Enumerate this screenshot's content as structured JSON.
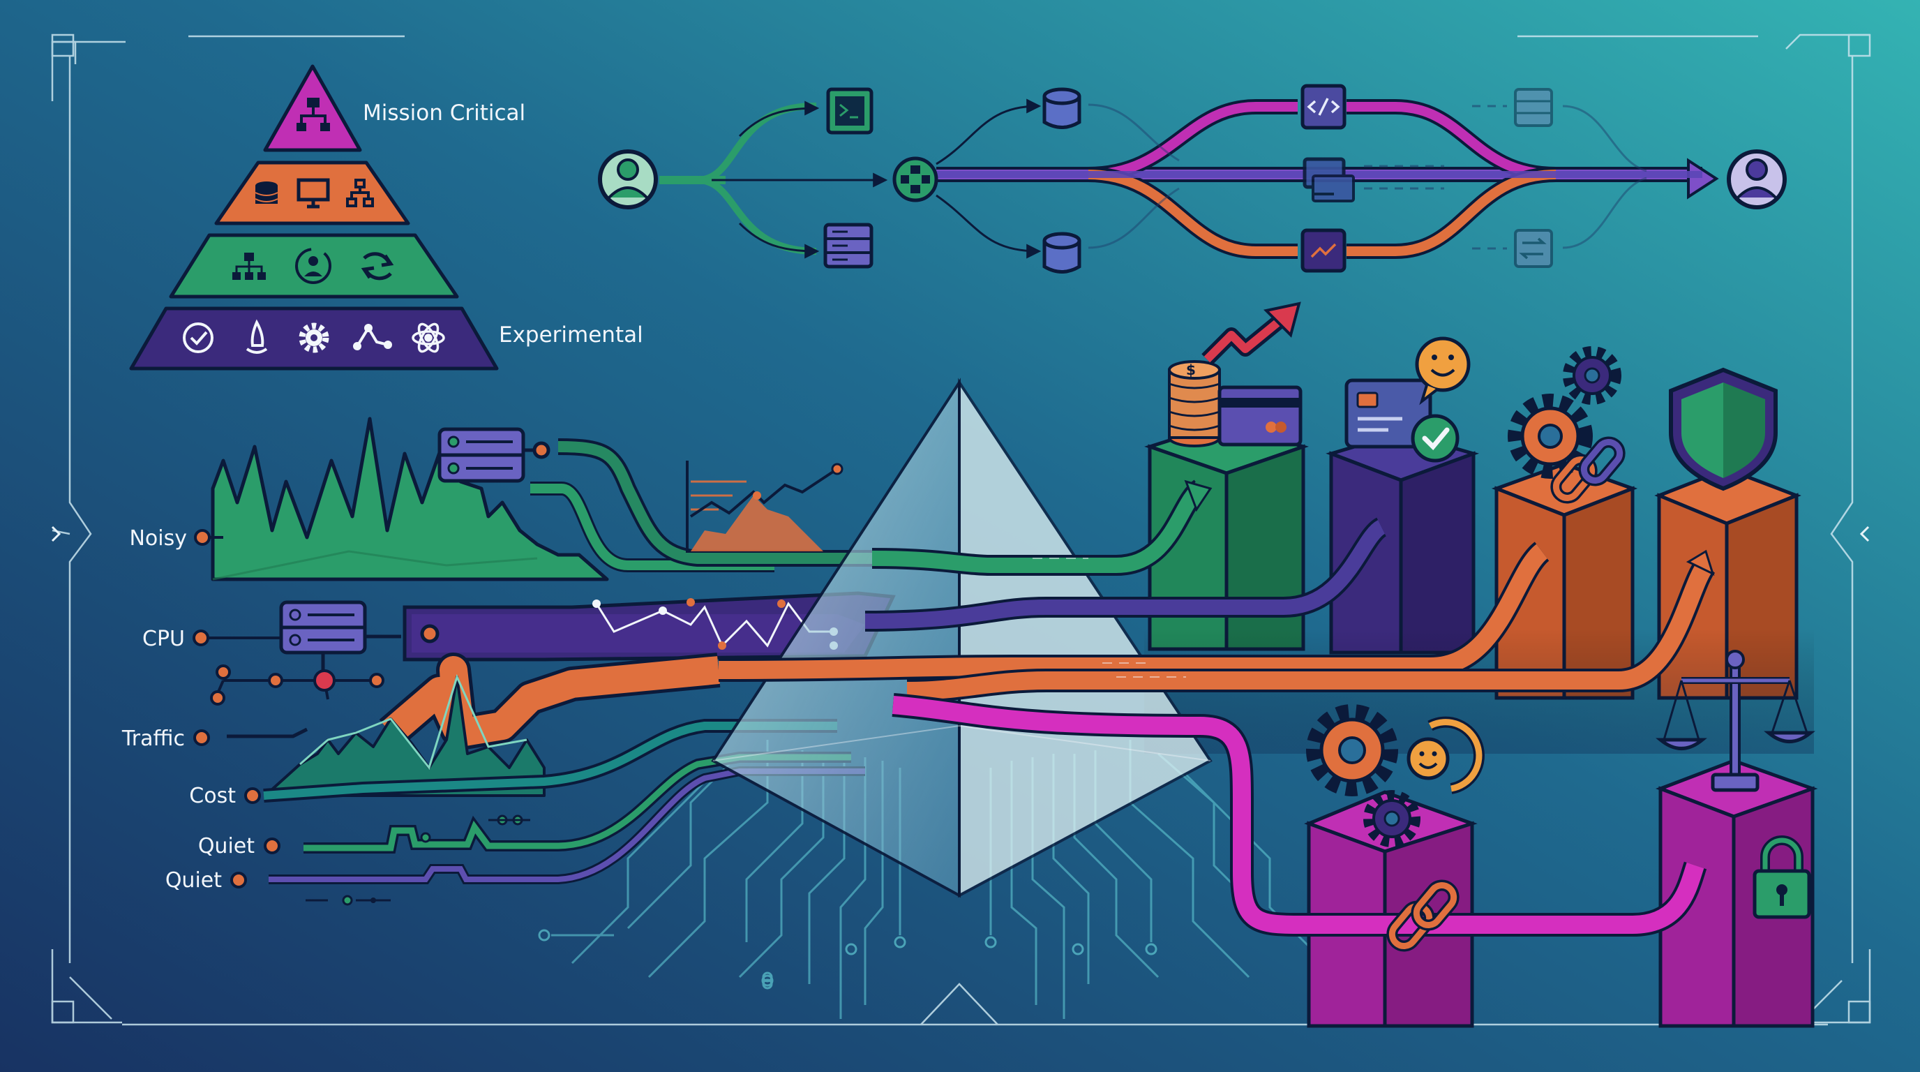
{
  "pyramid": {
    "top_label": "Mission Critical",
    "bottom_label": "Experimental",
    "tier_colors": [
      "#c02fb4",
      "#e0703e",
      "#2b9d6a",
      "#3b2a7c"
    ],
    "tier_icons": [
      [
        "org-chart-icon"
      ],
      [
        "database-icon",
        "monitor-icon",
        "hierarchy-icon"
      ],
      [
        "org-chart-icon",
        "user-cycle-icon",
        "refresh-icon"
      ],
      [
        "check-circle-icon",
        "rocket-icon",
        "gear-icon",
        "graph-nodes-icon",
        "atom-icon"
      ]
    ]
  },
  "signals": [
    {
      "label": "Noisy",
      "color": "#e0703e"
    },
    {
      "label": "CPU",
      "color": "#e0703e"
    },
    {
      "label": "Traffic",
      "color": "#e0703e"
    },
    {
      "label": "Cost",
      "color": "#e0703e"
    },
    {
      "label": "Quiet",
      "color": "#e0703e"
    },
    {
      "label": "Quiet",
      "color": "#e0703e"
    }
  ],
  "palette": {
    "green": "#2b9d6a",
    "purple": "#3b2a7c",
    "orange": "#e0703e",
    "magenta": "#d52fbf",
    "violet": "#6a5acd",
    "line": "#0b1a3a"
  },
  "flow_icons": [
    "user-icon",
    "terminal-icon",
    "server-icon",
    "hub-icon",
    "database-icon",
    "code-icon",
    "monitor-icon",
    "trend-icon",
    "server-icon",
    "exchange-icon",
    "user-icon"
  ],
  "outcome_icons": [
    "coins-icon",
    "credit-card-icon",
    "smile-icon",
    "check-icon",
    "gear-icon",
    "chain-link-icon",
    "shield-icon",
    "scale-icon",
    "lock-icon"
  ]
}
